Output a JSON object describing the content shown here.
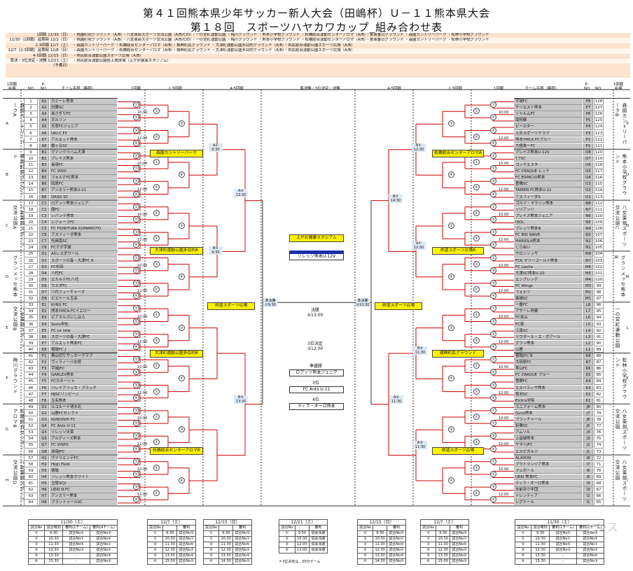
{
  "title1": "第４１回熊本県少年サッカー新人大会（田嶋杯）Ｕ－１１熊本県大会",
  "title2": "第１８回　スポーツハヤカワカップ_組み合わせ表",
  "schedule": [
    {
      "label": "1回戦  11/30（日）",
      "venues": "・桃園町祝グラウンド（A/B）・八女東部スポーツ交流公園（A/B/C/D）・一の宮町運動公園 ・梅川グラウンド ・熊本小学校グラウンド ・松橋総合運動センターアロマ（A/B）・第東番日グラウンド ・森園カントリーパーク ・松林小学校グラウンド"
    },
    {
      "label": "11/30（1回戦）延期時  12/1（日）",
      "venues": "・桃園町祝グラウンド（A/B）・八女東部スポーツ交流公園（A/B/C/D）・一の宮町運動公園 ・梅川グラウンド ・熊本小学校グラウンド ・松橋総合運動センターアロマ（A/B）・第東番日グラウンド ・森園カントリーパーク ・松林小学校グラウンド"
    },
    {
      "label": "2-3回戦  12/7（土）",
      "venues": "・森園カントリーパーク ・松橋総合センターアロマ（A/B）・横興町民グラウンド ・大津町運動公園多目的グラウンド（A/B）・県民総合運動公園スポーツ広場（A/B）"
    },
    {
      "label": "12/7（2-3回戦）延期時  12/8（日）",
      "venues": "・森園カントリーパーク ・松橋総合センターアロマ（A/B）・横興町民グラウンド ・大津町運動公園多目的グラウンド（A/B）・県民総合運動公園スポーツ広場（A/B）"
    },
    {
      "label": "4-5回戦  12/15（日）",
      "venues": "・県民総合運動公園スポーツ広場（A/B）"
    },
    {
      "label": "準決・3位決定・決勝  12/21（土）",
      "venues": "・県民総合運動公園陸上競技場（えがお健康スタジアム）"
    },
    {
      "label": "（予備日）",
      "venues": ""
    }
  ],
  "headers": {
    "left_r1": "1回戦\n会場",
    "no": "NO",
    "pno": "P-\nNO",
    "team": "チーム名称（略称）",
    "round1": "1回戦",
    "round23": "2-3回戦",
    "round45": "4-5回戦",
    "semi": "準決勝・3位決定・決勝",
    "right_round45": "4-5回戦",
    "right_round23": "2-3回戦",
    "right_round1": "1回戦",
    "right_team": "チーム名称（略称）",
    "right_pno": "P-\nNO",
    "right_no": "NO",
    "right_r1": "1回戦\n会場"
  },
  "left_groups": [
    {
      "letter": "A",
      "venue": "森園カントリーパークA"
    },
    {
      "letter": "B",
      "venue": "横興町民グラウンド"
    },
    {
      "letter": "C",
      "venue": "八女東部スポーツ交流公園A"
    },
    {
      "letter": "D",
      "venue": "グランメッセ熊本"
    },
    {
      "letter": "E",
      "venue": "八女東部スポーツ交流公園B"
    },
    {
      "letter": "F",
      "venue": "梅川グラウンド"
    },
    {
      "letter": "G",
      "venue": "松橋総合センターアロマB"
    },
    {
      "letter": "H",
      "venue": "八女東部スポーツ交流公園D"
    }
  ],
  "right_groups": [
    {
      "letter": "P",
      "venue": "森園カントリーパークB"
    },
    {
      "letter": "O",
      "venue": "熊本小学校グラウンド"
    },
    {
      "letter": "N",
      "venue": "八女東部スポーツ交流公園C"
    },
    {
      "letter": "M",
      "venue": "グランメッセ熊本B"
    },
    {
      "letter": "L",
      "venue": "一の宮町運動公園"
    },
    {
      "letter": "K",
      "venue": "松林小学校グラウンド"
    },
    {
      "letter": "J",
      "venue": "八女東部スポーツ交流公園"
    },
    {
      "letter": "I",
      "venue": "八女東部スポーツ交流公園"
    }
  ],
  "left_teams": [
    {
      "no": "1",
      "p": "A1",
      "name": "カミーレ熊本"
    },
    {
      "no": "2",
      "p": "A2",
      "name": "白鷺SC"
    },
    {
      "no": "3",
      "p": "A3",
      "name": "あさぎりFC"
    },
    {
      "no": "4",
      "p": "A4",
      "name": "ボルソン"
    },
    {
      "no": "5",
      "p": "A5",
      "name": "天草FCジュニア"
    },
    {
      "no": "6",
      "p": "A6",
      "name": "UKI-C.FC"
    },
    {
      "no": "7",
      "p": "A7",
      "name": "アルエット熊本"
    },
    {
      "no": "8",
      "p": "A8",
      "name": "鏡ヶ丘SC"
    },
    {
      "no": "9",
      "p": "B1",
      "name": "ヴァンクラハム大津"
    },
    {
      "no": "10",
      "p": "B2",
      "name": "ブレイズ熊本"
    },
    {
      "no": "11",
      "p": "B3",
      "name": "長嶺FC"
    },
    {
      "no": "12",
      "p": "B4",
      "name": "FC VIVO"
    },
    {
      "no": "13",
      "p": "B5",
      "name": "フォルテFC熊本"
    },
    {
      "no": "14",
      "p": "B6",
      "name": "田原FC"
    },
    {
      "no": "15",
      "p": "B7",
      "name": "アンスリー熊本U-11"
    },
    {
      "no": "16",
      "p": "B8",
      "name": "OASO SC"
    },
    {
      "no": "17",
      "p": "C1",
      "name": "ロアッソ熊本ジュニア"
    },
    {
      "no": "18",
      "p": "C2",
      "name": "龍FC"
    },
    {
      "no": "19",
      "p": "C3",
      "name": "レバンテ熊本"
    },
    {
      "no": "20",
      "p": "C4",
      "name": "レジェーラFC"
    },
    {
      "no": "21",
      "p": "C5",
      "name": "FC FIORITURA KUMAMOTO"
    },
    {
      "no": "22",
      "p": "C6",
      "name": "アスフィーダ熊本"
    },
    {
      "no": "23",
      "p": "C7",
      "name": "托麻南SC"
    },
    {
      "no": "24",
      "p": "C8",
      "name": "FCデポ宇城"
    },
    {
      "no": "25",
      "p": "D1",
      "name": "ASレスポワール"
    },
    {
      "no": "26",
      "p": "D2",
      "name": "スポーツの森・大津FC R"
    },
    {
      "no": "27",
      "p": "D3",
      "name": "FC杉田"
    },
    {
      "no": "28",
      "p": "D4",
      "name": "八代FC"
    },
    {
      "no": "29",
      "p": "D5",
      "name": "エカルテFC八代"
    },
    {
      "no": "30",
      "p": "D6",
      "name": "ウスダFC"
    },
    {
      "no": "31",
      "p": "D7",
      "name": "八代フューチャーズ"
    },
    {
      "no": "32",
      "p": "D8",
      "name": "ビエトール玉名"
    },
    {
      "no": "33",
      "p": "E1",
      "name": "K-ING FC"
    },
    {
      "no": "34",
      "p": "E2",
      "name": "熊本YMCA-FCイエロー"
    },
    {
      "no": "35",
      "p": "E3",
      "name": "ピアカルズにしはら"
    },
    {
      "no": "36",
      "p": "E4",
      "name": "Sorts甲佐"
    },
    {
      "no": "37",
      "p": "E5",
      "name": "FC Le new"
    },
    {
      "no": "38",
      "p": "E6",
      "name": "スポーツの森・大津FC"
    },
    {
      "no": "39",
      "p": "E7",
      "name": "アルエット熊本FC"
    },
    {
      "no": "40",
      "p": "E8",
      "name": "菊陽FC J"
    },
    {
      "no": "41",
      "p": "F1",
      "name": "黒山切りサッカークラブ"
    },
    {
      "no": "42",
      "p": "F2",
      "name": "ヴィラノーバ水俣"
    },
    {
      "no": "43",
      "p": "F3",
      "name": "宇城JFC"
    },
    {
      "no": "44",
      "p": "F4",
      "name": "GARLEX熊本"
    },
    {
      "no": "45",
      "p": "F5",
      "name": "FCカネーシャ"
    },
    {
      "no": "46",
      "p": "F6",
      "name": "ハレイアリッカ・ブラック"
    },
    {
      "no": "47",
      "p": "F7",
      "name": "MJSCリンビーノ"
    },
    {
      "no": "48",
      "p": "F8",
      "name": "玉名熊本"
    },
    {
      "no": "49",
      "p": "G1",
      "name": "ルコルーナ清水北"
    },
    {
      "no": "50",
      "p": "G2",
      "name": "山鹿FCセレクト"
    },
    {
      "no": "51",
      "p": "G3",
      "name": "KUROISHI FC"
    },
    {
      "no": "52",
      "p": "G4",
      "name": "FC Ants U-11"
    },
    {
      "no": "53",
      "p": "G5",
      "name": "ソレッソ天草"
    },
    {
      "no": "54",
      "p": "G6",
      "name": "アルディーズ熊本"
    },
    {
      "no": "55",
      "p": "G7",
      "name": "FC VISPO"
    },
    {
      "no": "56",
      "p": "G8",
      "name": "清嶺JFC"
    },
    {
      "no": "57",
      "p": "H1",
      "name": "ヴァリエンテFC"
    },
    {
      "no": "58",
      "p": "H2",
      "name": "High Field"
    },
    {
      "no": "59",
      "p": "H3",
      "name": "菊陽"
    },
    {
      "no": "60",
      "p": "H4",
      "name": "ソレッソ熊本ホワイト"
    },
    {
      "no": "61",
      "p": "H5",
      "name": "玉陵SCJr"
    },
    {
      "no": "62",
      "p": "H6",
      "name": "UEKI N.FC"
    },
    {
      "no": "63",
      "p": "H7",
      "name": "アンスリー熊本"
    },
    {
      "no": "64",
      "p": "H8",
      "name": "ブラントゥールSC"
    }
  ],
  "right_teams": [
    {
      "no": "128",
      "p": "P8",
      "name": "宇城FC"
    },
    {
      "no": "127",
      "p": "P7",
      "name": "チリエスト熊本"
    },
    {
      "no": "126",
      "p": "P6",
      "name": "シャルムFC"
    },
    {
      "no": "125",
      "p": "P5",
      "name": "南阿蘇"
    },
    {
      "no": "124",
      "p": "P4",
      "name": "ビースター"
    },
    {
      "no": "123",
      "p": "P3",
      "name": "上天スポーツクラブ"
    },
    {
      "no": "122",
      "p": "P2",
      "name": "熊本YMCA FCブルー"
    },
    {
      "no": "121",
      "p": "P1",
      "name": "大極楽ーFC"
    },
    {
      "no": "120",
      "p": "O8",
      "name": "ブレイズ熊本U-12V"
    },
    {
      "no": "119",
      "p": "O7",
      "name": "T.TSC"
    },
    {
      "no": "118",
      "p": "O6",
      "name": "コンクエスタ"
    },
    {
      "no": "117",
      "p": "O5",
      "name": "FC CRAQUE レッド"
    },
    {
      "no": "116",
      "p": "O4",
      "name": "FC ESPACIO熊本"
    },
    {
      "no": "115",
      "p": "O3",
      "name": "豊橋SC"
    },
    {
      "no": "114",
      "p": "O2",
      "name": "TAIREN FC熊本U-12"
    },
    {
      "no": "113",
      "p": "O1",
      "name": "アスフィーダS"
    },
    {
      "no": "112",
      "p": "N8",
      "name": "ゴルフ・マラソン熊本"
    },
    {
      "no": "111",
      "p": "N7",
      "name": "ソリアンジ"
    },
    {
      "no": "110",
      "p": "N6",
      "name": "プレイズ熊本ジュニア"
    },
    {
      "no": "109",
      "p": "N5",
      "name": "ISOL"
    },
    {
      "no": "108",
      "p": "N4",
      "name": "ブレッツ熊本N"
    },
    {
      "no": "107",
      "p": "N3",
      "name": "FC BIG WAVE"
    },
    {
      "no": "106",
      "p": "N2",
      "name": "MARIOLA熊本"
    },
    {
      "no": "105",
      "p": "N1",
      "name": "しらぬい"
    },
    {
      "no": "104",
      "p": "M8",
      "name": "ヤロンソッサ"
    },
    {
      "no": "103",
      "p": "M7",
      "name": "FCK マリーゴールド熊本"
    },
    {
      "no": "102",
      "p": "M6",
      "name": "FC Lavita"
    },
    {
      "no": "101",
      "p": "M5",
      "name": "大津SC熊本U-10"
    },
    {
      "no": "100",
      "p": "M4",
      "name": "エンブレンデ"
    },
    {
      "no": "99",
      "p": "M3",
      "name": "FC Wings"
    },
    {
      "no": "98",
      "p": "M2",
      "name": "フォルツ"
    },
    {
      "no": "97",
      "p": "M1",
      "name": "森城SC"
    },
    {
      "no": "96",
      "p": "L8",
      "name": "一番FC"
    },
    {
      "no": "95",
      "p": "L7",
      "name": "アサーレ阿蘇"
    },
    {
      "no": "94",
      "p": "L6",
      "name": "FC本山"
    },
    {
      "no": "93",
      "p": "L5",
      "name": "FC東"
    },
    {
      "no": "92",
      "p": "L4",
      "name": "江南SC"
    },
    {
      "no": "91",
      "p": "L3",
      "name": "リウダール・エ・ボアール"
    },
    {
      "no": "90",
      "p": "L2",
      "name": "グラン熊本"
    },
    {
      "no": "89",
      "p": "L1",
      "name": "山鹿"
    },
    {
      "no": "88",
      "p": "K8",
      "name": "菊陽JFC B"
    },
    {
      "no": "87",
      "p": "K7",
      "name": "大田原FC"
    },
    {
      "no": "86",
      "p": "K6",
      "name": "帯山FC"
    },
    {
      "no": "85",
      "p": "K5",
      "name": "FC CRAQUE ブルー"
    },
    {
      "no": "84",
      "p": "K4",
      "name": "豊郷FC"
    },
    {
      "no": "83",
      "p": "K3",
      "name": "エスペランサ熊本"
    },
    {
      "no": "82",
      "p": "K2",
      "name": "菊池SC"
    },
    {
      "no": "81",
      "p": "K1",
      "name": "Elctris学院"
    },
    {
      "no": "80",
      "p": "J8",
      "name": "ユニフォーム熊本"
    },
    {
      "no": "79",
      "p": "J7",
      "name": "Gunz熊本"
    },
    {
      "no": "78",
      "p": "J6",
      "name": "プランチャール"
    },
    {
      "no": "77",
      "p": "J5",
      "name": "彩雅SC"
    },
    {
      "no": "76",
      "p": "J4",
      "name": "アムソル"
    },
    {
      "no": "75",
      "p": "J3",
      "name": "上益城熊本"
    },
    {
      "no": "74",
      "p": "J2",
      "name": "ヤマトJFC"
    },
    {
      "no": "73",
      "p": "J1",
      "name": "エスピガルジ"
    },
    {
      "no": "72",
      "p": "I8",
      "name": "ALAXON"
    },
    {
      "no": "71",
      "p": "I7",
      "name": "プラトランジア熊本"
    },
    {
      "no": "70",
      "p": "I6",
      "name": "フェボール"
    },
    {
      "no": "69",
      "p": "I5",
      "name": "UEKI 熊本FC"
    },
    {
      "no": "68",
      "p": "I4",
      "name": "ティラ・オーロ熊本"
    },
    {
      "no": "67",
      "p": "I3",
      "name": "水前寺少年団"
    },
    {
      "no": "66",
      "p": "I2",
      "name": "トレンティア"
    },
    {
      "no": "65",
      "p": "I1",
      "name": "レグドール"
    }
  ],
  "venue_tags": [
    {
      "text": "森園カントリーパーク",
      "side": "L",
      "g": 0
    },
    {
      "text": "大津町運動公園多目的A",
      "side": "L",
      "g": 2
    },
    {
      "text": "大津町運動公園多目的B",
      "side": "L",
      "g": 4
    },
    {
      "text": "松橋総合センターアロマB",
      "side": "L",
      "g": 6
    },
    {
      "text": "県道スポーツ広場",
      "side": "LC",
      "g": 3
    },
    {
      "text": "松橋総合センターアロマA",
      "side": "R",
      "g": 0
    },
    {
      "text": "県道スポーツ広場A",
      "side": "R",
      "g": 2
    },
    {
      "text": "横興町民グラウンド",
      "side": "R",
      "g": 4
    },
    {
      "text": "県道スポーツ広場",
      "side": "R",
      "g": 6
    },
    {
      "text": "県道スポーツ広場",
      "side": "RC",
      "g": 3
    }
  ],
  "r45": {
    "left": [
      "A①\n9:30",
      "A②\n13:30",
      "B①\n9:30",
      "B②\n13:30"
    ],
    "right": [
      "B①\n12:30",
      "B②\n14:30",
      "A①\n12:30",
      "B③\n11:30",
      "A②\n11:30",
      "A③\n11:30"
    ]
  },
  "semis": {
    "left": "準決勝\n①9:30",
    "right": "準決勝\n②10:30",
    "final": "決勝\n④13:00",
    "third": "3位決定\n③12:00"
  },
  "stadium": "えがお健康スタジアム",
  "champion": "ソレッソ熊本U-12V",
  "results": [
    {
      "label": "準優勝",
      "team": "ロアッソ熊本ジュニア"
    },
    {
      "label": "3位",
      "team": "FC Ants U-11"
    },
    {
      "label": "4位",
      "team": "ティラ・オーロ熊本"
    }
  ],
  "bottom_tables": [
    {
      "date": "11/30（土）",
      "cols": [
        "試合No",
        "試合時刻",
        "審判(1チーム)",
        "審判(4チーム)"
      ],
      "rows": [
        [
          "①",
          "9:30",
          "試合No②",
          "試合No③"
        ],
        [
          "②",
          "10:30",
          "試合No①",
          "試合No④"
        ],
        [
          "③",
          "11:30",
          "試合No④",
          "試合No①"
        ],
        [
          "④",
          "12:30",
          "試合No③",
          "試合No②"
        ],
        [
          "⑤",
          "13:30",
          "-",
          "試合No④"
        ],
        [
          "⑥",
          "15:30",
          "-",
          "試合No③"
        ]
      ]
    },
    {
      "date": "12/7（土）",
      "cols": [
        "試合No",
        "審判"
      ],
      "rows": [
        [
          "①",
          "9:30",
          "試合No⑤"
        ],
        [
          "②",
          "10:30",
          "試合No①"
        ],
        [
          "③",
          "11:30",
          "試合No⑥"
        ],
        [
          "④",
          "12:30",
          "試合No②"
        ],
        [
          "⑤",
          "13:30",
          "試合No④"
        ],
        [
          "⑥",
          "15:00",
          "試合No⑤"
        ]
      ]
    },
    {
      "date": "12/15（日）",
      "cols": [
        "試合No",
        "審判"
      ],
      "rows": [
        [
          "①",
          "9:30",
          "試合No⑤"
        ],
        [
          "②",
          "10:30",
          "試合No①"
        ],
        [
          "③",
          "11:30",
          "試合No⑥"
        ],
        [
          "④",
          "12:30",
          "試合No②"
        ],
        [
          "⑤",
          "13:30",
          "試合No④"
        ],
        [
          "⑥",
          "14:30",
          "試合No⑤"
        ]
      ]
    },
    {
      "date": "12/21（土）",
      "cols": [
        "試合No",
        "審判"
      ],
      "rows": [
        [
          "①",
          "9:30",
          "協会派遣"
        ],
        [
          "②",
          "10:30",
          "協会派遣"
        ],
        [
          "③",
          "12:00",
          "協会派遣"
        ],
        [
          "④",
          "13:00",
          "協会派遣"
        ]
      ],
      "note": "＊3位決定は、30分ゲーム"
    },
    {
      "date": "12/15（日）",
      "cols": [
        "試合No",
        "審判"
      ],
      "rows": [
        [
          "①",
          "9:30",
          "試合No⑤"
        ],
        [
          "②",
          "10:30",
          "試合No①"
        ],
        [
          "③",
          "11:30",
          "試合No⑥"
        ],
        [
          "④",
          "12:30",
          "試合No②"
        ],
        [
          "⑤",
          "13:30",
          "試合No④"
        ],
        [
          "⑥",
          "14:30",
          "試合No⑤"
        ]
      ]
    },
    {
      "date": "12/7（土）",
      "cols": [
        "試合No",
        "審判"
      ],
      "rows": [
        [
          "①",
          "9:30",
          "試合No⑤"
        ],
        [
          "②",
          "10:30",
          "試合No①"
        ],
        [
          "③",
          "11:30",
          "試合No⑥"
        ],
        [
          "④",
          "12:30",
          "試合No②"
        ],
        [
          "⑤",
          "13:30",
          "試合No④"
        ],
        [
          "⑥",
          "15:00",
          "試合No⑤"
        ]
      ]
    },
    {
      "date": "11/30（土）",
      "cols": [
        "試合No",
        "試合時刻",
        "審判(1チーム)",
        "審判(4チーム)"
      ],
      "rows": [
        [
          "①",
          "9:30",
          "試合No②",
          "試合No③"
        ],
        [
          "②",
          "10:30",
          "試合No①",
          "試合No④"
        ],
        [
          "③",
          "11:30",
          "試合No④",
          "試合No①"
        ],
        [
          "④",
          "12:30",
          "試合No③",
          "試合No②"
        ],
        [
          "⑤",
          "13:30",
          "-",
          "試合No④"
        ],
        [
          "⑥",
          "15:30",
          "-",
          "試合No③"
        ]
      ]
    }
  ],
  "watermark": "センス",
  "chart_data": {
    "type": "table",
    "title": "第１８回　スポーツハヤカワカップ_組み合わせ表",
    "xlabel": "",
    "ylabel": ""
  }
}
